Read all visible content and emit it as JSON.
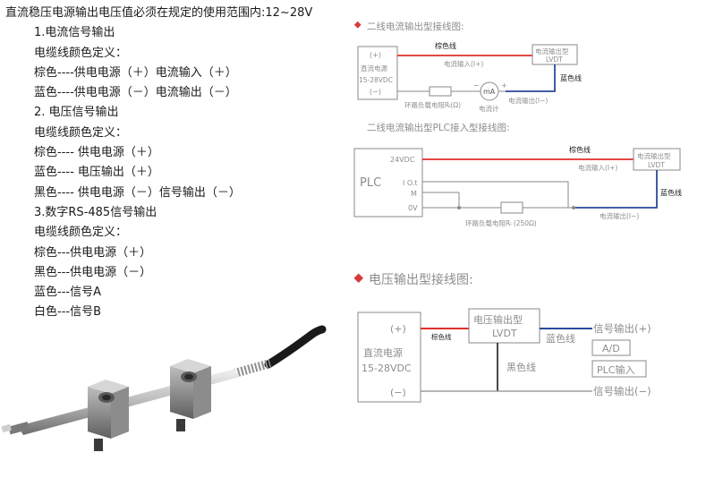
{
  "left": {
    "lines": [
      "直流稳压电源输出电压值必须在规定的使用范围内:12~28V",
      "1.电流信号输出",
      "电缆线颜色定义：",
      "棕色----供电电源（＋）电流输入（＋）",
      "蓝色----供电电源（－）电流输出（－）",
      "2. 电压信号输出",
      "电缆线颜色定义：",
      "棕色---- 供电电源（＋）",
      "蓝色---- 电压输出（＋）",
      "黑色---- 供电电源（－）信号输出（－）",
      "3.数字RS-485信号输出",
      "电缆线颜色定义：",
      "棕色---供电电源（＋）",
      "黑色---供电电源（－）",
      "蓝色---信号A",
      "白色---信号B"
    ]
  },
  "diagram1": {
    "title": "二线电流输出型接线图:",
    "supply_plus": "(+)",
    "supply_name": "直流电源",
    "supply_range": "15-28VDC",
    "supply_minus": "(−)",
    "brown_wire": "棕色线",
    "current_in": "电流输入(I+)",
    "lvdt_type": "电流输出型",
    "lvdt": "LVDT",
    "blue_wire": "蓝色线",
    "current_out": "电流输出(I−)",
    "loop_resistor": "环路负载电阻Rₗ(Ω)",
    "meter_symbol": "mA",
    "meter_name": "电流计",
    "meter_minus": "−",
    "meter_plus": "+"
  },
  "diagram2": {
    "title": "二线电流输出型PLC接入型接线图:",
    "plc": "PLC",
    "v24": "24VDC",
    "iot": "I O.t",
    "m": "M",
    "ov": "0V",
    "brown_wire": "棕色线",
    "current_in": "电流输入(I+)",
    "lvdt_type": "电流输出型",
    "lvdt": "LVDT",
    "blue_wire": "蓝色线",
    "current_out": "电流输出(I−)",
    "loop_resistor": "环路负载电阻Rₗ (250Ω)"
  },
  "diagram3": {
    "title": "电压输出型接线图:",
    "supply_plus": "(+)",
    "supply_name": "直流电源",
    "supply_range": "15-28VDC",
    "supply_minus": "(−)",
    "brown_wire": "棕色线",
    "lvdt_type": "电压输出型",
    "lvdt": "LVDT",
    "blue_wire": "蓝色线",
    "black_wire": "黑色线",
    "signal_out_plus": "信号输出(+)",
    "ad": "A/D",
    "plc_input": "PLC输入",
    "signal_out_minus": "信号输出(−)"
  },
  "colors": {
    "red_wire": "#e0302a",
    "blue_wire": "#2a4a9a",
    "bullet": "#d63b3b",
    "line_gray": "#8a8a8a",
    "text_gray": "#8d8d8d"
  }
}
